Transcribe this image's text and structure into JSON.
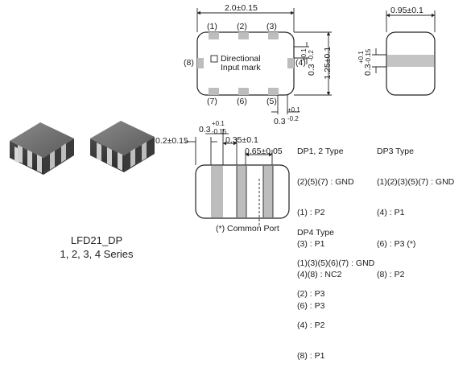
{
  "caption": {
    "line1": "LFD21_DP",
    "line2": "1, 2, 3, 4 Series"
  },
  "top_view": {
    "width_dim": "2.0±0.15",
    "pins_top": [
      "(1)",
      "(2)",
      "(3)"
    ],
    "pins_bottom": [
      "(7)",
      "(6)",
      "(5)"
    ],
    "pin_left": "(8)",
    "pin_right": "(4)",
    "mark_line1": "Directional",
    "mark_line2": "Input mark",
    "height_dim": "1.25±0.1",
    "pad_dim_base": "0.3",
    "pad_dim_tol_plus": "+0.1",
    "pad_dim_tol_minus": "-0.2"
  },
  "side_view": {
    "width_dim": "0.95±0.1",
    "band_dim_base": "0.3",
    "band_dim_tol_plus": "+0.1",
    "band_dim_tol_minus": "-0.15"
  },
  "bottom_view": {
    "dim_edge": "0.2±0.15",
    "dim_pad_base": "0.3",
    "dim_pad_tol_plus": "+0.1",
    "dim_pad_tol_minus": "-0.15",
    "dim_gap": "0.35±0.1",
    "dim_pitch": "0.65±0.05",
    "common_port_note": "(*) Common Port"
  },
  "legend": {
    "dp12": {
      "title": "DP1, 2 Type",
      "lines": [
        "(2)(5)(7) : GND",
        "(1) : P2",
        "(3) : P1",
        "(4)(8) : NC2",
        "(6) : P3"
      ]
    },
    "dp3": {
      "title": "DP3 Type",
      "lines": [
        "(1)(2)(3)(5)(7) : GND",
        "(4) : P1",
        "(6) : P3 (*)",
        "(8) : P2"
      ]
    },
    "dp4": {
      "title": "DP4 Type",
      "lines": [
        "(1)(3)(5)(6)(7) : GND",
        "(2) : P3",
        "(4) : P2",
        "(8) : P1"
      ]
    }
  }
}
